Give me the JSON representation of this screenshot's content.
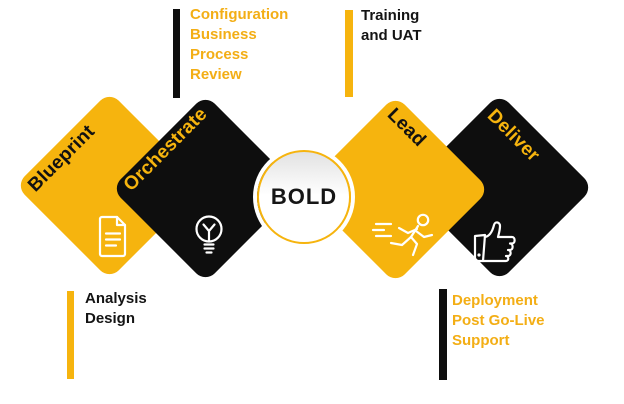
{
  "title": "BOLD delivery process diagram",
  "center": {
    "label": "BOLD"
  },
  "stages": [
    {
      "id": "blueprint",
      "label": "Blueprint",
      "diamond_color": "#F6B40E",
      "label_color": "#111111",
      "icon": "document-icon"
    },
    {
      "id": "orchestrate",
      "label": "Orchestrate",
      "diamond_color": "#0E0E0E",
      "label_color": "#F6B40E",
      "icon": "lightbulb-icon"
    },
    {
      "id": "lead",
      "label": "Lead",
      "diamond_color": "#F6B40E",
      "label_color": "#111111",
      "icon": "runner-icon"
    },
    {
      "id": "deliver",
      "label": "Deliver",
      "diamond_color": "#0E0E0E",
      "label_color": "#F6B40E",
      "icon": "thumbs-up-icon"
    }
  ],
  "callouts": [
    {
      "id": "top-left",
      "bar_color": "#0E0E0E",
      "text_color": "#F3AE15",
      "lines": [
        "Configuration",
        "Business",
        "Process",
        "Review"
      ]
    },
    {
      "id": "top-right",
      "bar_color": "#F6B40E",
      "text_color": "#141414",
      "lines": [
        "Training",
        "and UAT"
      ]
    },
    {
      "id": "bottom-left",
      "bar_color": "#F6B40E",
      "text_color": "#141414",
      "lines": [
        "Analysis",
        "Design"
      ]
    },
    {
      "id": "bottom-right",
      "bar_color": "#0E0E0E",
      "text_color": "#F3AE15",
      "lines": [
        "Deployment",
        "Post Go-Live",
        "Support"
      ]
    }
  ],
  "colors": {
    "yellow": "#F6B40E",
    "black": "#0E0E0E",
    "text_yellow": "#F3AE15",
    "background": "#FFFFFF"
  }
}
